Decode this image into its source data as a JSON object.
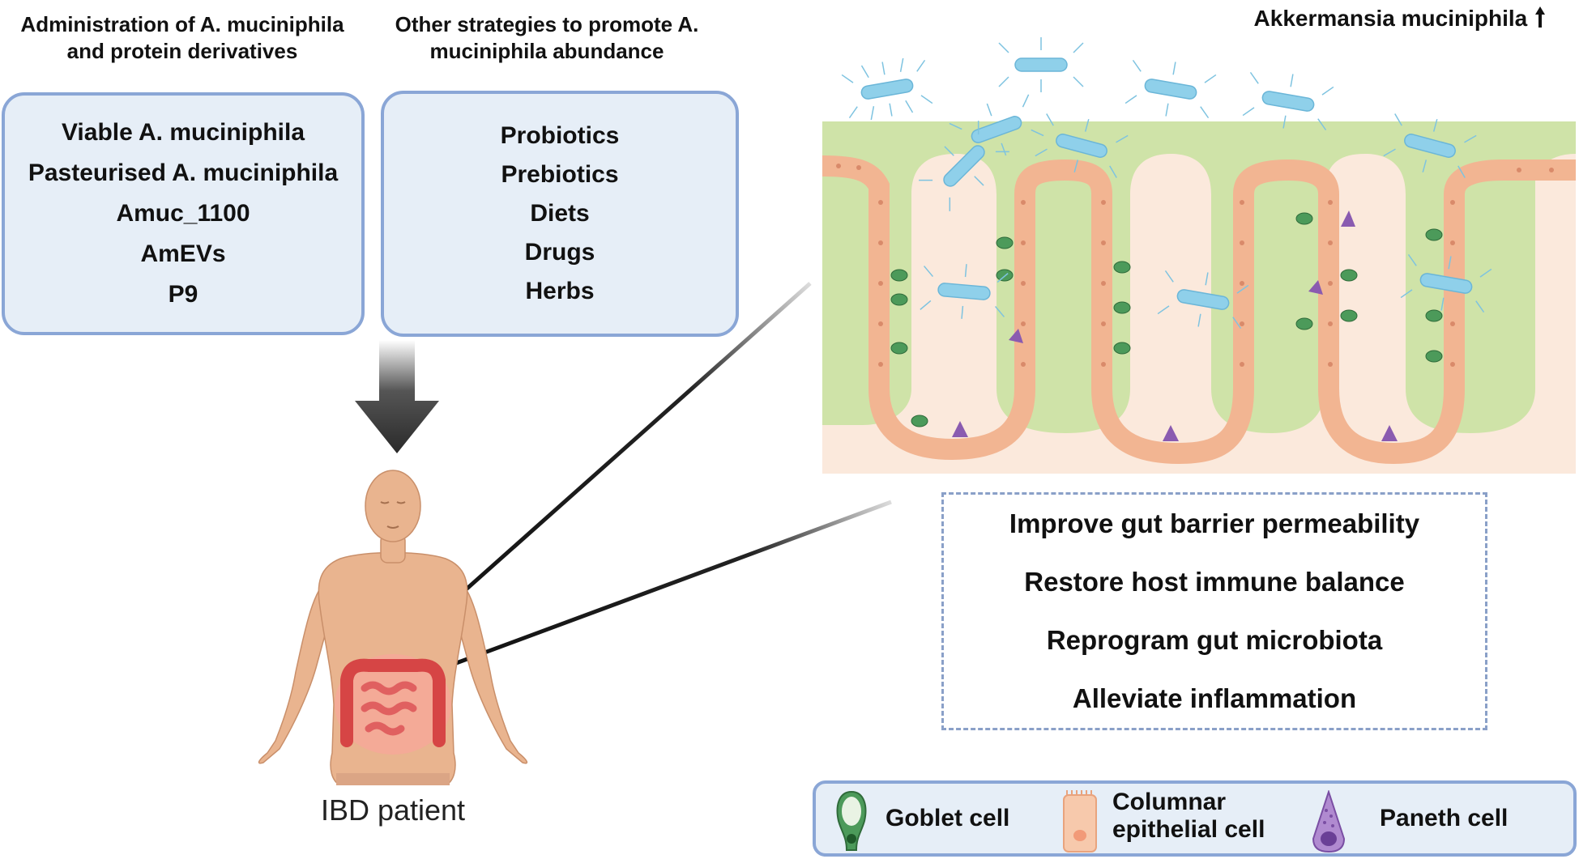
{
  "headings": {
    "left": [
      "Administration of A. muciniphila",
      "and  protein derivatives"
    ],
    "right": [
      "Other strategies to promote A.",
      "muciniphila abundance"
    ]
  },
  "left_box": [
    "Viable A. muciniphila",
    "Pasteurised A. muciniphila",
    "Amuc_1100",
    "AmEVs",
    "P9"
  ],
  "right_box": [
    "Probiotics",
    "Prebiotics",
    "Diets",
    "Drugs",
    "Herbs"
  ],
  "patient_label": "IBD patient",
  "top_title": "Akkermansia muciniphila",
  "effects": [
    "Improve gut barrier permeability",
    "Restore host immune balance",
    "Reprogram gut microbiota",
    "Alleviate inflammation"
  ],
  "legend": {
    "goblet": "Goblet cell",
    "columnar": [
      "Columnar",
      "epithelial cell"
    ],
    "paneth": "Paneth cell"
  },
  "colors": {
    "box_fill": "#e6eef7",
    "box_border": "#8aa6d6",
    "mucus": "#cfe3a8",
    "tissue": "#fbe9dc",
    "epithelium": "#f7c9ac",
    "goblet": "#4c9a5a",
    "paneth": "#8a5bb0",
    "bacteria": "#8fd0ea",
    "skin": "#e9b48f",
    "colon": "#e05a5a"
  },
  "icons": [
    "arrow-down-icon",
    "arrow-up-icon",
    "bacteria-icon",
    "goblet-cell-icon",
    "columnar-cell-icon",
    "paneth-cell-icon",
    "human-body-icon"
  ]
}
